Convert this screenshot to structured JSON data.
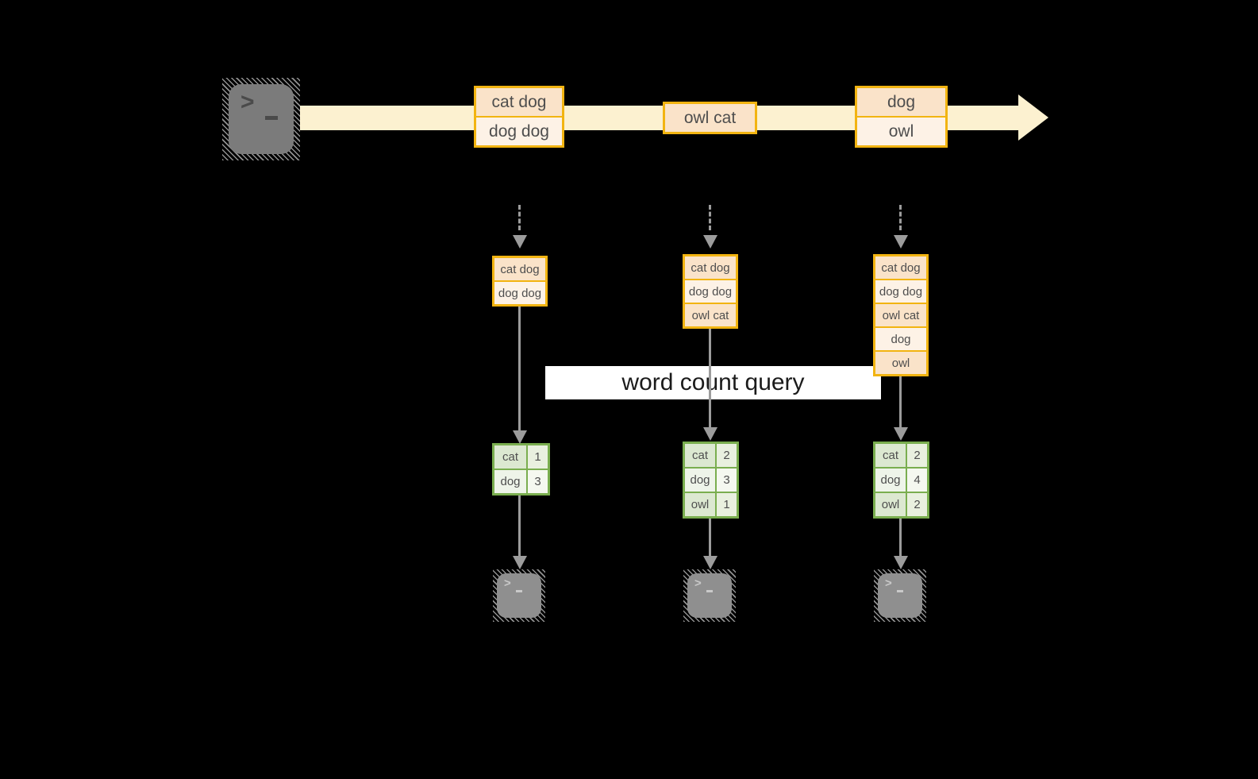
{
  "query_label": "word count query",
  "stream": {
    "source_icon": "terminal-icon",
    "batches": [
      {
        "lines": [
          "cat dog",
          "dog dog"
        ]
      },
      {
        "lines": [
          "owl cat"
        ]
      },
      {
        "lines": [
          "dog",
          "owl"
        ]
      }
    ]
  },
  "pipelines": [
    {
      "buffer": [
        "cat dog",
        "dog dog"
      ],
      "counts": [
        {
          "word": "cat",
          "count": 1
        },
        {
          "word": "dog",
          "count": 3
        }
      ]
    },
    {
      "buffer": [
        "cat dog",
        "dog dog",
        "owl cat"
      ],
      "counts": [
        {
          "word": "cat",
          "count": 2
        },
        {
          "word": "dog",
          "count": 3
        },
        {
          "word": "owl",
          "count": 1
        }
      ]
    },
    {
      "buffer": [
        "cat dog",
        "dog dog",
        "owl cat",
        "dog",
        "owl"
      ],
      "counts": [
        {
          "word": "cat",
          "count": 2
        },
        {
          "word": "dog",
          "count": 4
        },
        {
          "word": "owl",
          "count": 2
        }
      ]
    }
  ],
  "colors": {
    "stream_band": "#FCF1D0",
    "box_border": "#F2B411",
    "cell_peach": "#FAE3C9",
    "cell_cream": "#FDF2E6",
    "green_border": "#7AAE4F",
    "green_cell_dark": "#DCE8D1",
    "green_cell_light": "#EEF4E9",
    "arrow_gray": "#9C9C9C",
    "terminal_gray_dark": "#7B7B7B",
    "terminal_gray_light": "#8F8F8F",
    "query_bg": "#FFFFFF"
  }
}
